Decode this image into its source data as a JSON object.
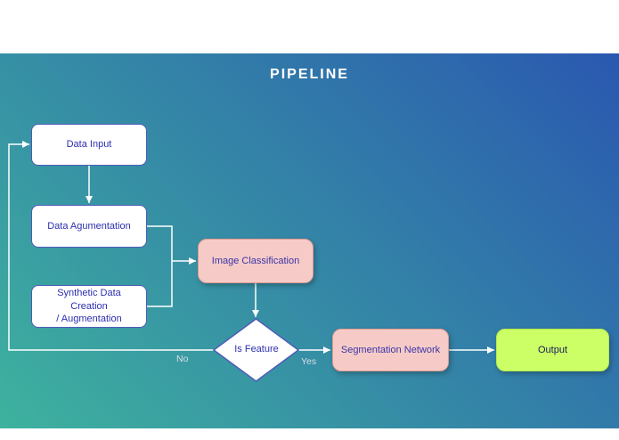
{
  "title": "PIPELINE",
  "nodes": {
    "data_input": {
      "label": "Data Input"
    },
    "data_augmentation": {
      "label": "Data Agumentation"
    },
    "synthetic_data": {
      "label_line1": "Synthetic Data Creation",
      "label_line2": "/ Augmentation"
    },
    "image_classification": {
      "label": "Image Classification"
    },
    "is_feature": {
      "label": "Is Feature"
    },
    "segmentation_network": {
      "label": "Segmentation Network"
    },
    "output": {
      "label": "Output"
    }
  },
  "edges": {
    "no": {
      "label": "No"
    },
    "yes": {
      "label": "Yes"
    }
  },
  "colors": {
    "background_gradient_start": "#3eb29e",
    "background_gradient_end": "#2a58b0",
    "node_border_blue": "#4f5bb8",
    "node_text_blue": "#2d2fae",
    "pink_fill": "#f6cbc7",
    "pink_border": "#e09a90",
    "green_fill": "#ccff66",
    "green_text": "#17175a",
    "connector": "#ffffff"
  }
}
